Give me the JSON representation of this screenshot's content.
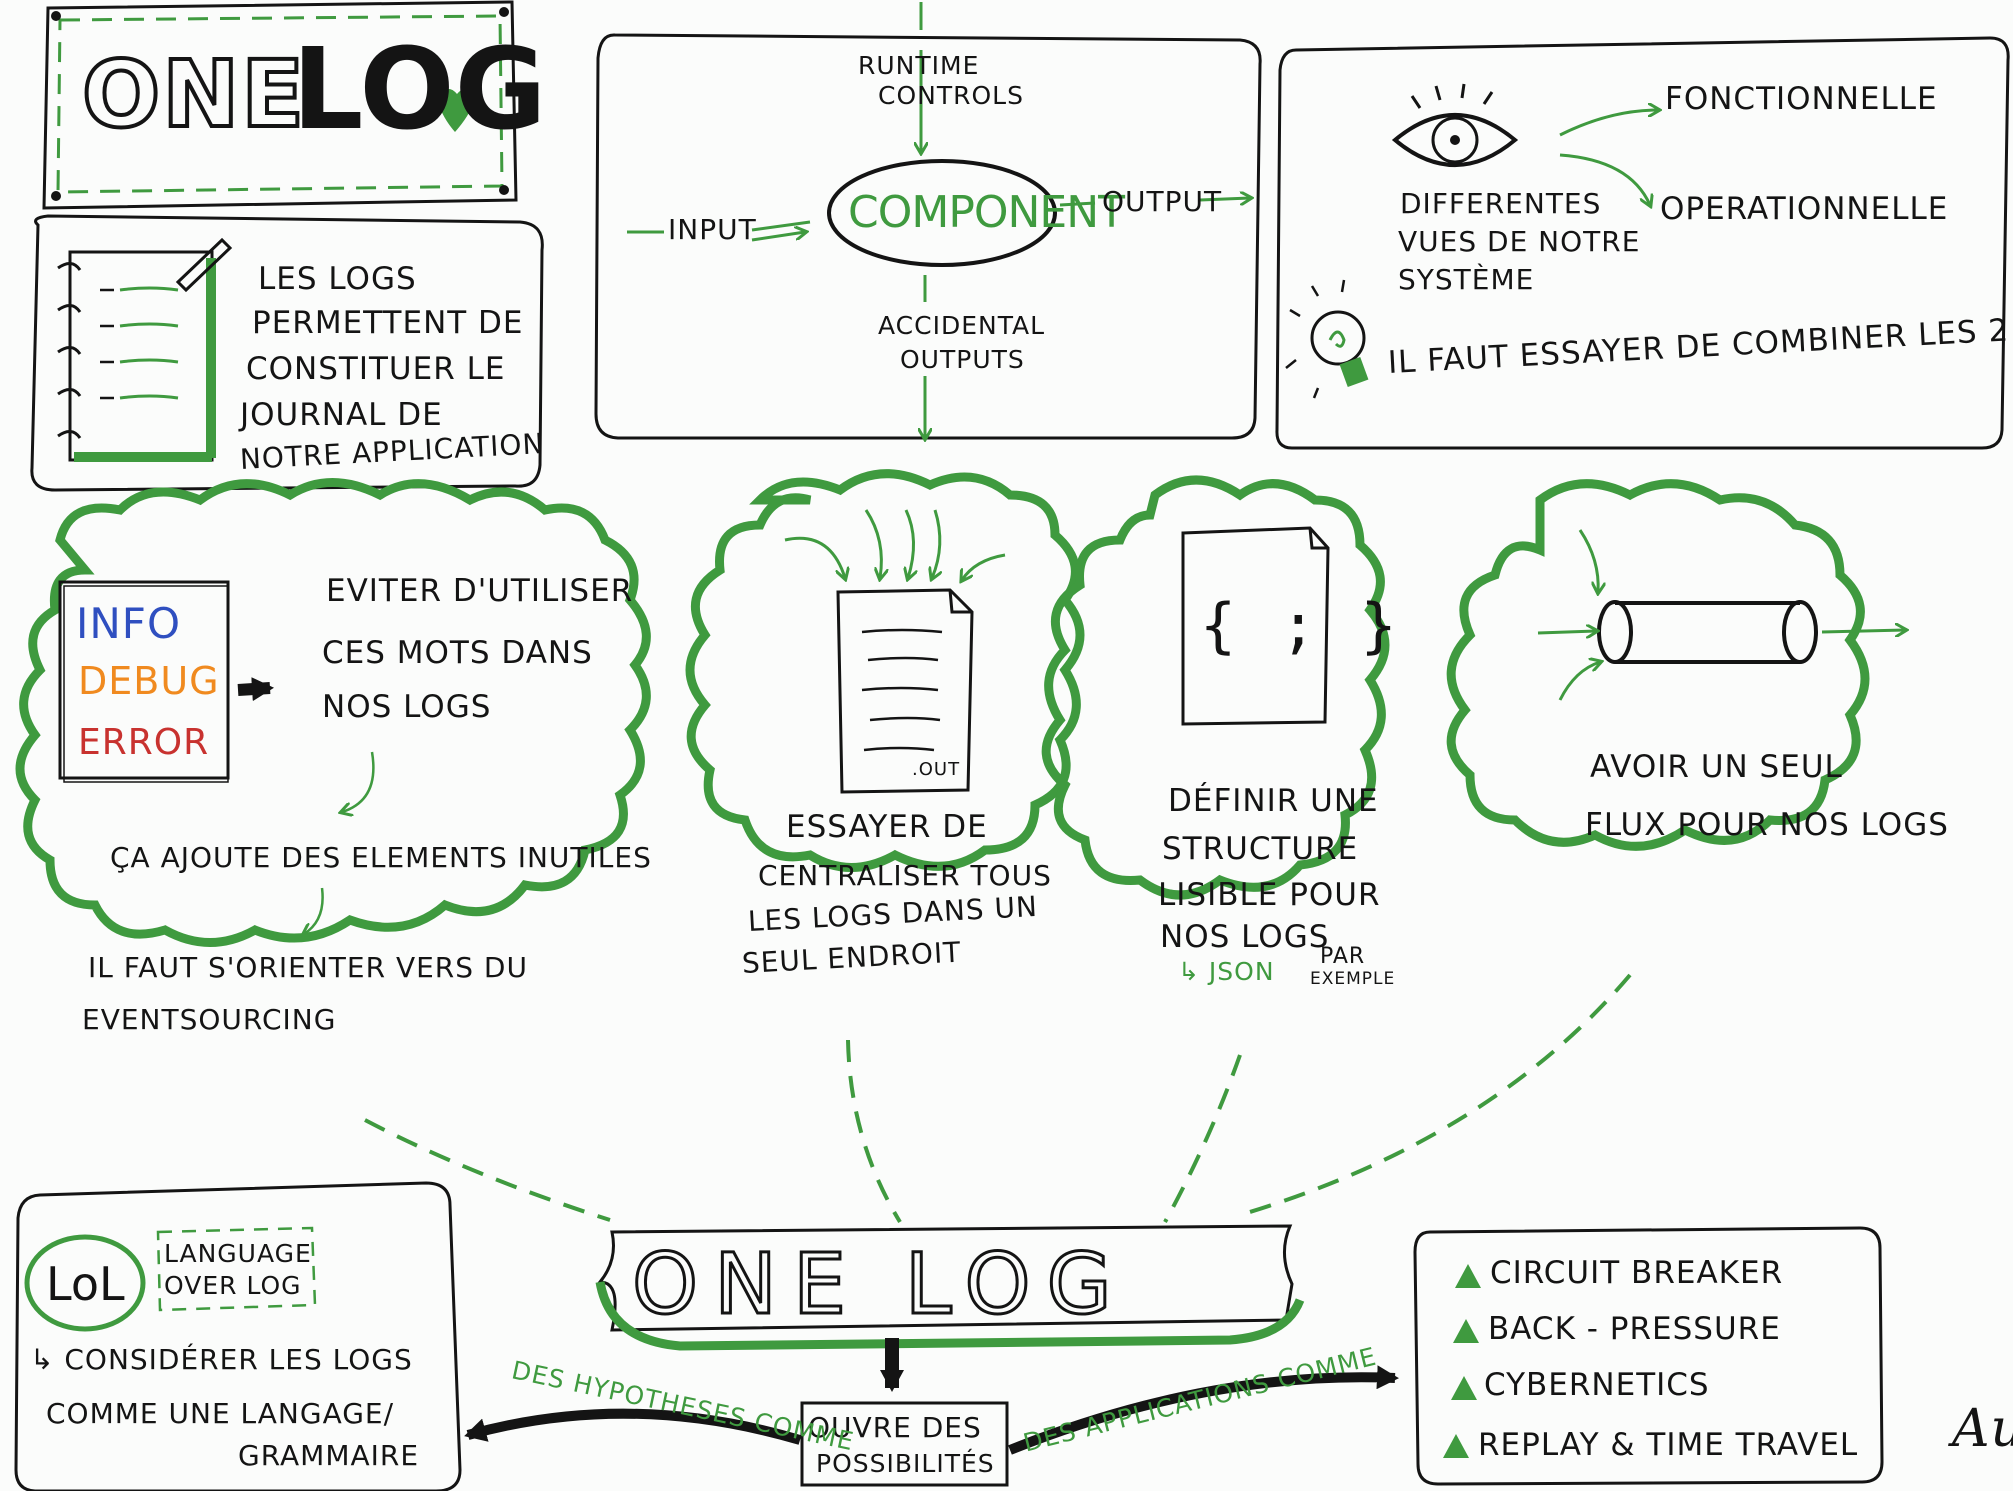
{
  "title": {
    "one": "ONE",
    "log": "LOG"
  },
  "journal": {
    "lines": [
      "LES LOGS",
      "PERMETTENT DE",
      "CONSTITUER LE",
      "JOURNAL DE",
      "NOTRE APPLICATION"
    ]
  },
  "component": {
    "center": "COMPONENT",
    "runtime": [
      "RUNTIME",
      "CONTROLS"
    ],
    "input": "INPUT",
    "output": "OUTPUT",
    "accidental": [
      "ACCIDENTAL",
      "OUTPUTS"
    ]
  },
  "views": {
    "fonctionnelle": "FONCTIONNELLE",
    "operationnelle": "OPERATIONNELLE",
    "desc": [
      "DIFFERENTES",
      "VUES DE NOTRE",
      "SYSTÈME"
    ],
    "tip": "IL FAUT ESSAYER DE COMBINER LES 2"
  },
  "levels": {
    "items": [
      {
        "label": "INFO",
        "color": "#2f4fc0"
      },
      {
        "label": "DEBUG",
        "color": "#f08a1f"
      },
      {
        "label": "ERROR",
        "color": "#c8322f"
      }
    ],
    "avoid": [
      "EVITER D'UTILISER",
      "CES MOTS DANS",
      "NOS LOGS"
    ],
    "useless": "ÇA AJOUTE DES ELEMENTS INUTILES",
    "eventsourcing": [
      "IL FAUT S'ORIENTER VERS DU",
      "EVENTSOURCING"
    ]
  },
  "centralize": {
    "file_ext": ".OUT",
    "lines": [
      "ESSAYER DE",
      "CENTRALISER TOUS",
      "LES LOGS DANS UN",
      "SEUL ENDROIT"
    ]
  },
  "structure": {
    "glyph": "{ ; }",
    "lines": [
      "DÉFINIR UNE",
      "STRUCTURE",
      "LISIBLE POUR",
      "NOS LOGS"
    ],
    "json": "↳ JSON",
    "example": [
      "PAR",
      "EXEMPLE"
    ]
  },
  "flux": {
    "lines": [
      "AVOIR UN SEUL",
      "FLUX POUR NOS LOGS"
    ]
  },
  "center_banner": {
    "label": "ONE LOG",
    "opens": [
      "OUVRE DES",
      "POSSIBILITÉS"
    ],
    "hypotheses": "DES HYPOTHESES COMME",
    "applications": "DES APPLICATIONS COMME"
  },
  "lol": {
    "badge": "LoL",
    "meaning": [
      "LANGUAGE",
      "OVER LOG"
    ],
    "desc": [
      "↳ CONSIDÉRER LES LOGS",
      "COMME UNE LANGAGE/",
      "GRAMMAIRE"
    ]
  },
  "applications": {
    "items": [
      "CIRCUIT BREAKER",
      "BACK - PRESSURE",
      "CYBERNETICS",
      "REPLAY & TIME TRAVEL"
    ]
  },
  "signature": "Au",
  "colors": {
    "green": "#3f9a3f",
    "ink": "#141414",
    "paper": "#fbfcfb"
  }
}
